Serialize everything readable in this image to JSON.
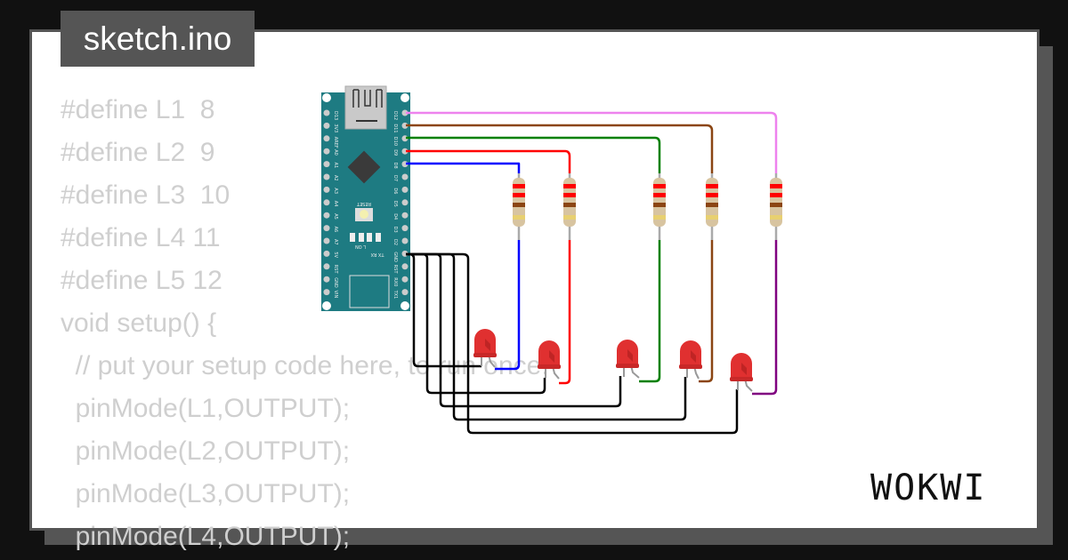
{
  "tab": {
    "title": "sketch.ino"
  },
  "code_lines": [
    "#define L1  8",
    "#define L2  9",
    "#define L3  10",
    "#define L4 11",
    "#define L5 12",
    "void setup() {",
    "  // put your setup code here, to run once:",
    "  pinMode(L1,OUTPUT);",
    "  pinMode(L2,OUTPUT);",
    "  pinMode(L3,OUTPUT);",
    "  pinMode(L4,OUTPUT);"
  ],
  "logo": "WOKWI",
  "board": {
    "reset_label": "RESET",
    "led_labels": "L  ON",
    "txrx_label": "TX RX",
    "left_pins": [
      "D13",
      "3V3",
      "AREF",
      "A0",
      "A1",
      "A2",
      "A3",
      "A4",
      "A5",
      "A6",
      "A7",
      "5V",
      "RST",
      "GND",
      "VIN"
    ],
    "right_pins": [
      "D12",
      "D11",
      "D10",
      "D9",
      "D8",
      "D7",
      "D6",
      "D5",
      "D4",
      "D3",
      "D2",
      "GND",
      "RST",
      "RX0",
      "TX1"
    ]
  },
  "colors": {
    "background": "#111111",
    "panel": "#555555",
    "board": "#1e7b82",
    "wire_d12": "#ee82ee",
    "wire_d11": "#8b4513",
    "wire_d10": "#008000",
    "wire_d9": "#ff0000",
    "wire_d8": "#0000ff",
    "wire_gnd": "#000000",
    "wire_led5": "#800080",
    "led": "#e03030"
  }
}
